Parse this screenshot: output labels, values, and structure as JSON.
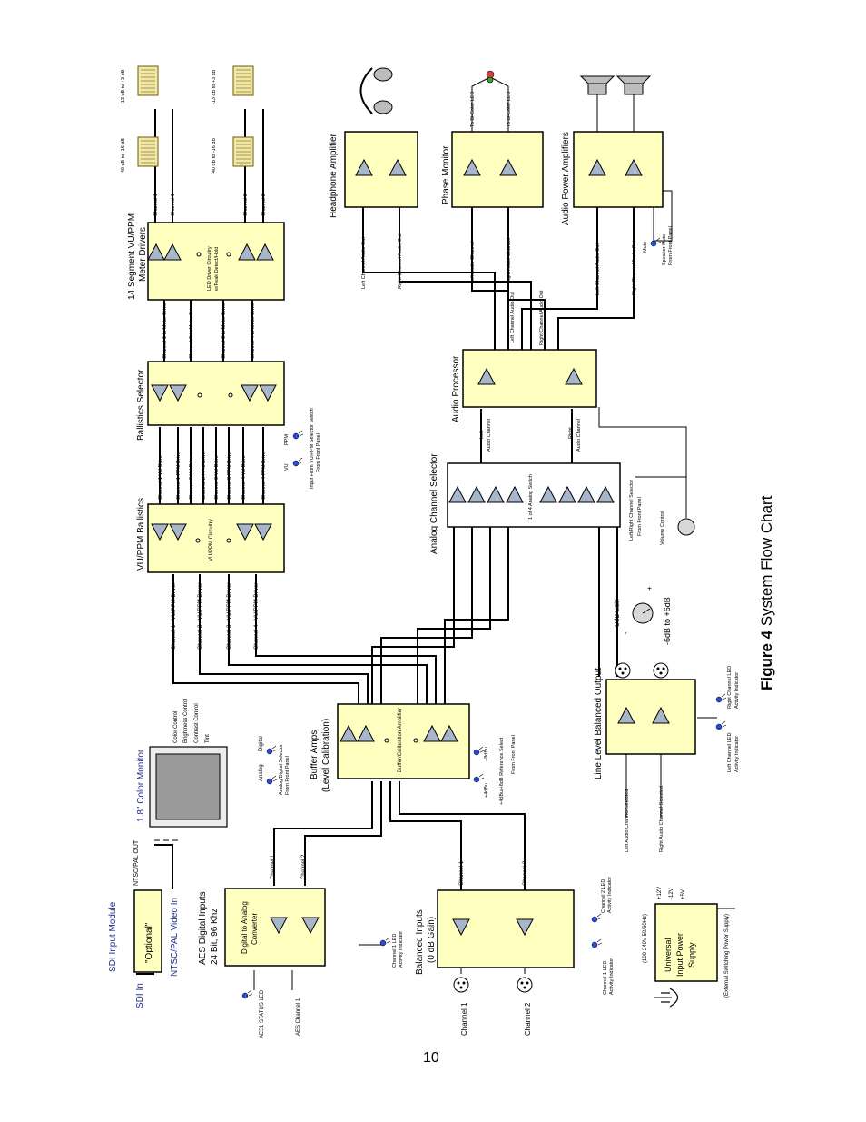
{
  "page_number": "10",
  "figure": {
    "label": "Figure 4",
    "title": " System Flow Chart"
  },
  "sdi": {
    "title": "SDI Input Module",
    "optional": "\"Optional\"",
    "sdi_in": "SDI In",
    "ntsc_in": "NTSC/PAL Video In",
    "ntsc_out": "NTSC/PAL OUT"
  },
  "aes": {
    "title": "AES Digital Inputs",
    "subtitle": "24 Bit, 96 Khz",
    "block": "Digital to Analog",
    "block2": "Converter",
    "status_led": "AES1 STATUS LED",
    "channel1": "AES Channel 1",
    "ch1": "Channel 1",
    "ch2": "Channel 2",
    "led1": "Channel 1 LED",
    "led1b": "Activity Indicator"
  },
  "balanced": {
    "title": "Balanced Inputs",
    "subtitle": "(0 dB Gain)",
    "ch1": "Channel 1",
    "ch2": "Channel 2",
    "in1": "Channel 1",
    "in2": "Channel 2",
    "led1": "Channel 1 LED",
    "led1b": "Activity Indicator",
    "led2": "Channel 2 LED",
    "led2b": "Activity Indicator"
  },
  "psu": {
    "line1": "Universal",
    "line2": "Input Power",
    "line3": "Supply",
    "range": "(100-240V 50/60Hz)",
    "ext": "(External Switching Power Supply)",
    "v1": "+12V",
    "v2": "-12V",
    "v3": "+5V"
  },
  "monitor": {
    "title": "1.8\" Color Monitor",
    "color": "Color Control",
    "brightness": "Brightness Control",
    "contrast": "Contrast Control",
    "tint": "Tint"
  },
  "selector_ad": {
    "analog": "Analog",
    "digital": "Digital",
    "label": "Analog/Digital Selector",
    "label2": "From Front Panel"
  },
  "buffer": {
    "title": "Buffer Amps",
    "subtitle": "(Level Calibration)",
    "inner": "Buffer/Calibration Amplifier",
    "p4": "+4dBu",
    "p8": "+8dBu",
    "ref": "+4dBu/+8dB Reference Select",
    "ref2": "From Front Panel"
  },
  "vuppm": {
    "title": "VU/PPM Ballistics",
    "inner": "VU/PPM Circuitry",
    "d1": "Channel 1 - VU/PPM Driver",
    "d2": "Channel 2 - VU/PPM Driver",
    "d3": "Channel 3 - VU/PPM Driver",
    "d4": "Channel 4 - VU/PPM Driver"
  },
  "ballistics": {
    "title": "Ballistics Selector",
    "vu1": "Channel 1 VU Drive",
    "ppm1": "Channel 1 PPM Drive",
    "vu2": "Channel 2 VU Drive",
    "ppm2": "Channel 2 PPM Drive",
    "vu3": "Channel 3 VU Drive",
    "ppm3": "Channel 3 PPM Drive",
    "vu4": "Channel 4 VU Drive",
    "ppm4": "Channel 4 PPM Drive",
    "vu": "VU",
    "ppm": "PPM",
    "sel": "Input From VU/PPM Selector Switch",
    "sel2": "From Front Panel"
  },
  "meter": {
    "title": "14 Segment VU/PPM",
    "title2": "Meter Drivers",
    "inner": "LED Driver Circuitry",
    "inner2": "w/Peak Detect/Hold",
    "m1": "Channel 1 to Meter Drive",
    "m2": "Channel 2 to Meter Drive",
    "m3": "Channel 3 to Meter Drive",
    "m4": "Channel 4 to Meter Drive",
    "out1": "Channel 1",
    "out2": "Channel 1",
    "out3": "Channel 2",
    "out4": "Channel 2",
    "range_a": "-13 dB to +3 dB",
    "range_b": "-40 dB to -16 dB",
    "range_c": "-13 dB to +3 dB",
    "range_d": "-40 dB to -16 dB"
  },
  "acs": {
    "title": "Analog Channel Selector",
    "inner": "1 of 4 Analog Switch",
    "lr": "Left/Right Channel Selector",
    "lr2": "From Front Panel",
    "volume": "Volume Control"
  },
  "ap": {
    "title": "Audio Processor",
    "left": "Left",
    "left2": "Audio Channel",
    "right": "Right",
    "right2": "Audio Channel",
    "lout": "Left Channel Audio Out",
    "rout": "Right Channel Audio Out"
  },
  "headphone": {
    "title": "Headphone Amplifier",
    "lout": "Left Channel Audio Out",
    "rout": "Right Channel Audio Out"
  },
  "phase": {
    "title": "Phase Monitor",
    "left": "Left Audio Channel",
    "right": "Right Audio Channel",
    "led1": "To Bi-Color LED",
    "led2": "To Bi-Color LED"
  },
  "power": {
    "title": "Audio Power Amplifiers",
    "lout": "Left Channel Audio Out",
    "rout": "Right Channel Audio Out",
    "mute": "Mute",
    "mute2": "Speaker Mute",
    "mute3": "From Front Panel"
  },
  "llbo": {
    "title": "Line Level Balanced Output",
    "left": "Left Audio Channel Selected",
    "right": "Right Audio Channel Selected",
    "lled": "Left Channel LED",
    "lled2": "Activity Indicator",
    "rled": "Right Channel LED",
    "rled2": "Activity Indicator",
    "gain": "OdB Gain",
    "range": "-6dB to +6dB",
    "minus": "-",
    "plus": "+"
  }
}
